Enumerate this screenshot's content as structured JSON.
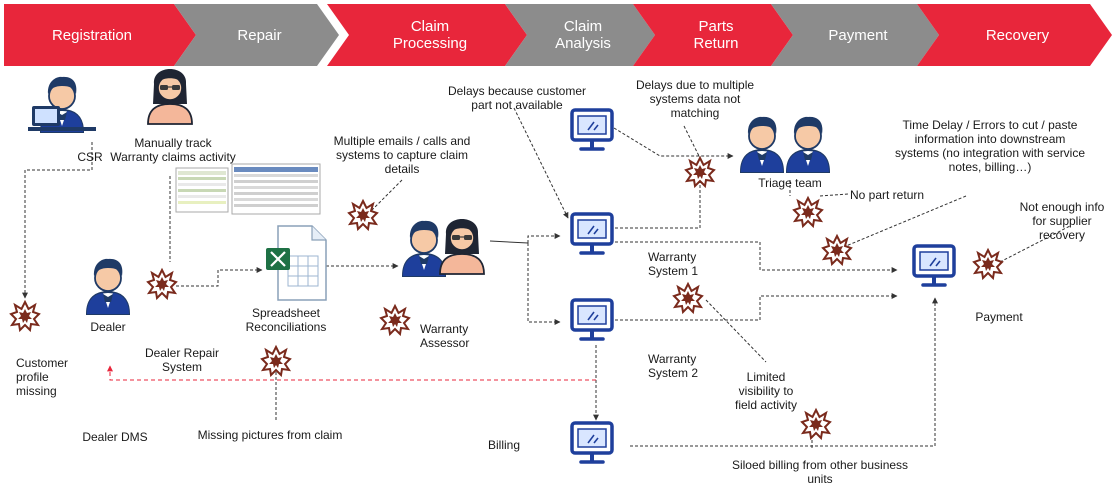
{
  "stages": [
    {
      "label": "Registration",
      "color": "red"
    },
    {
      "label": "Repair",
      "color": "gray"
    },
    {
      "label": "Claim\nProcessing",
      "color": "red"
    },
    {
      "label": "Claim\nAnalysis",
      "color": "gray"
    },
    {
      "label": "Parts\nReturn",
      "color": "red"
    },
    {
      "label": "Payment",
      "color": "gray"
    },
    {
      "label": "Recovery",
      "color": "red"
    }
  ],
  "actors": {
    "csr": "CSR",
    "manual_track": "Manually track\nWarranty claims activity",
    "dealer": "Dealer",
    "dealer_repair_system": "Dealer Repair\nSystem",
    "dealer_dms": "Dealer DMS",
    "spreadsheet": "Spreadsheet\nReconciliations",
    "warranty_assessor": "Warranty\nAssessor",
    "triage_team": "Triage team",
    "warranty_system_1": "Warranty\nSystem 1",
    "warranty_system_2": "Warranty\nSystem 2",
    "billing": "Billing",
    "payment": "Payment"
  },
  "pain_points": {
    "customer_profile": "Customer\nprofile\nmissing",
    "missing_pictures": "Missing pictures from claim",
    "multiple_emails": "Multiple emails / calls and\nsystems to capture claim\ndetails",
    "customer_part": "Delays because customer\npart not available",
    "systems_data": "Delays due to multiple\nsystems data not\nmatching",
    "no_part_return": "No part return",
    "time_delay": "Time Delay / Errors to cut / paste\ninformation  into downstream\nsystems (no integration with service\nnotes, billing…)",
    "supplier_recovery": "Not enough info\nfor supplier\nrecovery",
    "limited_visibility": "Limited\nvisibility to\nfield activity",
    "siloed_billing": "Siloed billing from other business\nunits"
  },
  "colors": {
    "accent_red": "#e8263b",
    "stage_gray": "#8c8c8c",
    "monitor_blue": "#1e3f9c",
    "burst": "#7a2a1c",
    "excel_green": "#1e7145"
  }
}
